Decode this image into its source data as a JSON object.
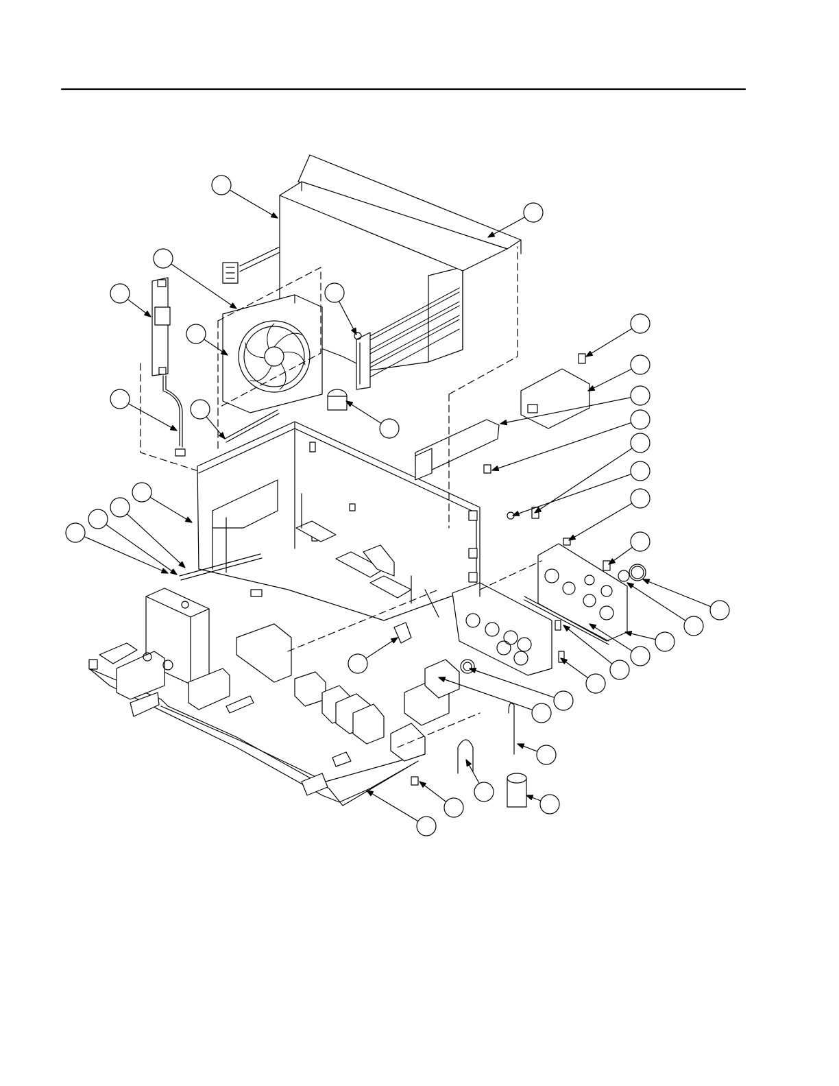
{
  "document": {
    "header_rule": true
  },
  "diagram": {
    "kind": "exploded parts view",
    "line_color": "#000000",
    "background": "#ffffff",
    "callouts": [
      {
        "id": "callout-1",
        "label": ""
      },
      {
        "id": "callout-2",
        "label": ""
      },
      {
        "id": "callout-3",
        "label": ""
      },
      {
        "id": "callout-4",
        "label": ""
      },
      {
        "id": "callout-5",
        "label": ""
      },
      {
        "id": "callout-6",
        "label": ""
      },
      {
        "id": "callout-7",
        "label": ""
      },
      {
        "id": "callout-8",
        "label": ""
      },
      {
        "id": "callout-9",
        "label": ""
      },
      {
        "id": "callout-10",
        "label": ""
      },
      {
        "id": "callout-11",
        "label": ""
      },
      {
        "id": "callout-12",
        "label": ""
      },
      {
        "id": "callout-13",
        "label": ""
      },
      {
        "id": "callout-14",
        "label": ""
      },
      {
        "id": "callout-15",
        "label": ""
      },
      {
        "id": "callout-16",
        "label": ""
      },
      {
        "id": "callout-17",
        "label": ""
      },
      {
        "id": "callout-18",
        "label": ""
      },
      {
        "id": "callout-19",
        "label": ""
      },
      {
        "id": "callout-20",
        "label": ""
      },
      {
        "id": "callout-21",
        "label": ""
      },
      {
        "id": "callout-22",
        "label": ""
      },
      {
        "id": "callout-23",
        "label": ""
      },
      {
        "id": "callout-24",
        "label": ""
      },
      {
        "id": "callout-25",
        "label": ""
      },
      {
        "id": "callout-26",
        "label": ""
      },
      {
        "id": "callout-27",
        "label": ""
      },
      {
        "id": "callout-28",
        "label": ""
      },
      {
        "id": "callout-29",
        "label": ""
      },
      {
        "id": "callout-30",
        "label": ""
      },
      {
        "id": "callout-31",
        "label": ""
      },
      {
        "id": "callout-32",
        "label": ""
      },
      {
        "id": "callout-33",
        "label": ""
      },
      {
        "id": "callout-34",
        "label": ""
      },
      {
        "id": "callout-35",
        "label": ""
      }
    ]
  }
}
